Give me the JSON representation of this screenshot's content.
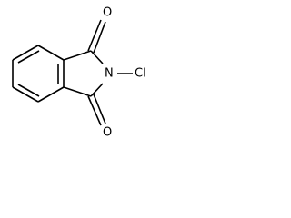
{
  "molecule": {
    "atoms": {
      "o_top": "O",
      "o_bottom": "O",
      "n": "N",
      "cl": "Cl"
    }
  }
}
